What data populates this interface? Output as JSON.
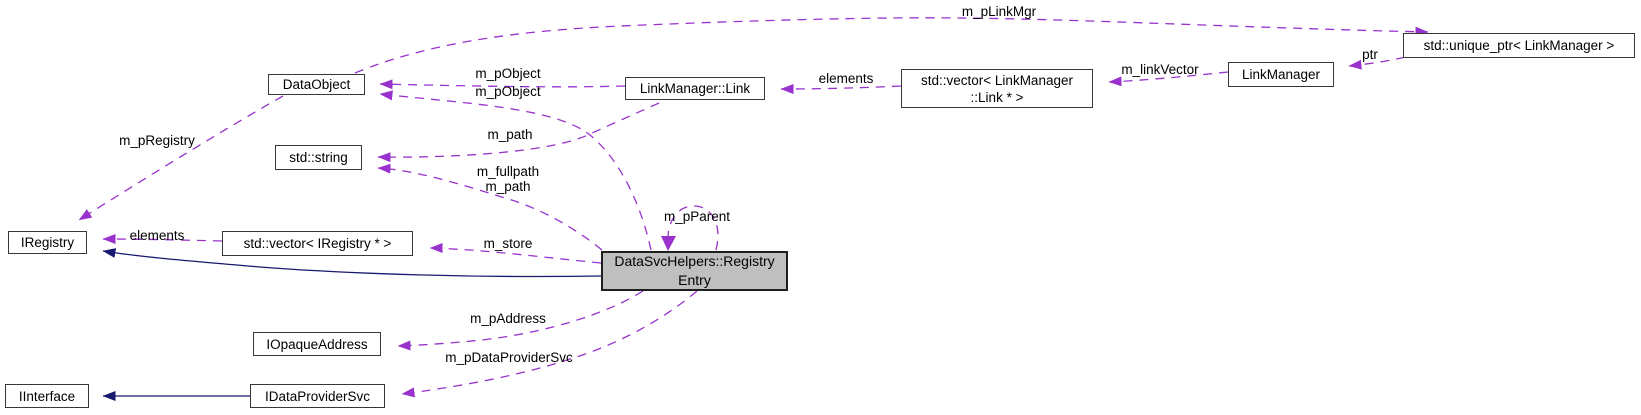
{
  "diagram": {
    "title": "DataSvcHelpers::RegistryEntry collaboration graph",
    "nodes": {
      "data_object": {
        "label": "DataObject"
      },
      "std_string": {
        "label": "std::string"
      },
      "link_manager_link": {
        "label": "LinkManager::Link"
      },
      "vector_link": {
        "label": "std::vector< LinkManager\n::Link * >"
      },
      "link_manager": {
        "label": "LinkManager"
      },
      "unique_ptr": {
        "label": "std::unique_ptr< LinkManager >"
      },
      "iregistry": {
        "label": "IRegistry"
      },
      "vector_iregistry": {
        "label": "std::vector< IRegistry * >"
      },
      "registry_entry": {
        "label": "DataSvcHelpers::Registry\nEntry"
      },
      "iopaque_address": {
        "label": "IOpaqueAddress"
      },
      "iinterface": {
        "label": "IInterface"
      },
      "idata_provider_svc": {
        "label": "IDataProviderSvc"
      }
    },
    "edge_labels": {
      "m_pLinkMgr": "m_pLinkMgr",
      "m_pObject_link": "m_pObject",
      "m_pObject_entry": "m_pObject",
      "elements_link": "elements",
      "m_linkVector": "m_linkVector",
      "ptr": "ptr",
      "m_path_link": "m_path",
      "m_fullpath_m_path": "m_fullpath\nm_path",
      "m_pRegistry": "m_pRegistry",
      "elements_registry": "elements",
      "m_store": "m_store",
      "m_pParent": "m_pParent",
      "m_pAddress": "m_pAddress",
      "m_pDataProviderSvc": "m_pDataProviderSvc"
    },
    "colors": {
      "usage_edge": "#9932cc",
      "inheritance_edge": "#191970",
      "highlight_fill": "#bfbfbf",
      "node_border": "#383838",
      "background": "#ffffff",
      "text": "#000000"
    }
  }
}
